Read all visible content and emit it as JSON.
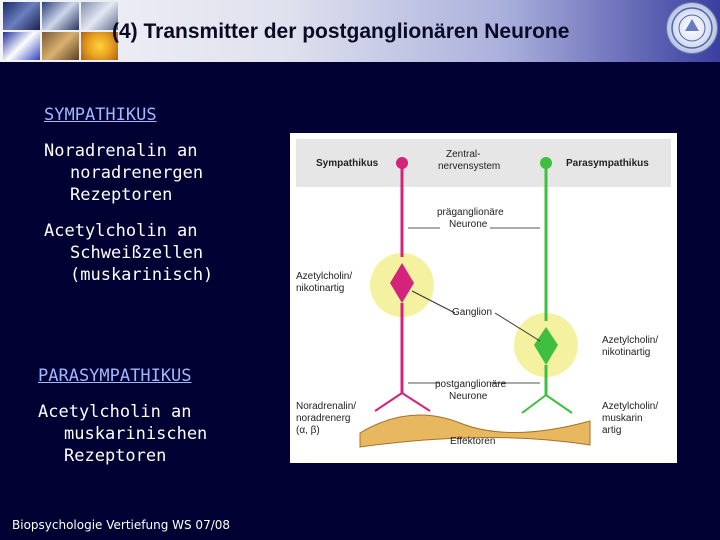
{
  "slide": {
    "title": "(4) Transmitter der postganglionären Neurone",
    "footer": "Biopsychologie Vertiefung WS 07/08"
  },
  "left": {
    "sympathikus_heading": "SYMPATHIKUS",
    "item1": [
      "Noradrenalin an",
      "noradrenergen",
      "Rezeptoren"
    ],
    "item2": [
      "Acetylcholin an",
      "Schweißzellen",
      "(muskarinisch)"
    ],
    "parasympathikus_heading": "PARASYMPATHIKUS",
    "item3": [
      "Acetylcholin an",
      "muskarinischen",
      "Rezeptoren"
    ]
  },
  "figure": {
    "sympathikus": "Sympathikus",
    "zns": [
      "Zentral-",
      "nervensystem"
    ],
    "parasympathikus": "Parasympathikus",
    "praeganglionaer": [
      "präganglionäre",
      "Neurone"
    ],
    "azetylcholin_left": [
      "Azetylcholin/",
      "nikotinartig"
    ],
    "ganglion": "Ganglion",
    "azetylcholin_right": [
      "Azetylcholin/",
      "nikotinartig"
    ],
    "postganglionaer": [
      "postganglionäre",
      "Neurone"
    ],
    "noradrenalin": [
      "Noradrenalin/",
      "noradrenerg",
      "(α, β)"
    ],
    "effektoren": "Effektoren",
    "azetylcholin_musk": [
      "Azetylcholin/",
      "muskarin",
      "artig"
    ]
  },
  "colors": {
    "background": "#000033",
    "sympathetic_neuron": "#d4237a",
    "parasympathetic_neuron": "#3fbf3f",
    "ganglion_glow": "#f4f2a0",
    "link_text": "#9fb8ff"
  }
}
